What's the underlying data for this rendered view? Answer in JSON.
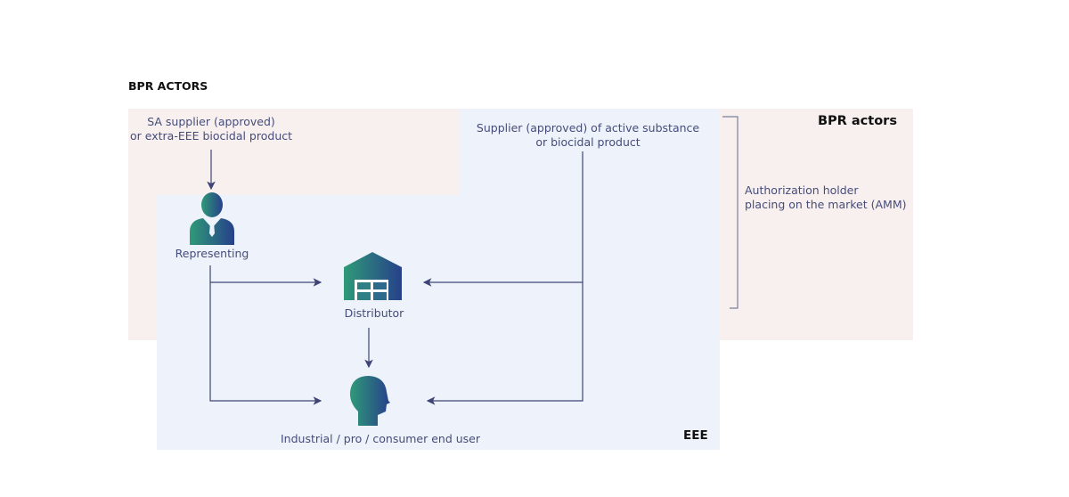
{
  "title": "BPR ACTORS",
  "regions": {
    "bpr_label": "BPR actors",
    "eee_label": "EEE"
  },
  "nodes": {
    "sa_supplier": [
      "SA supplier (approved)",
      "or extra-EEE biocidal product"
    ],
    "supplier": [
      "Supplier (approved) of active substance",
      "or biocidal product"
    ],
    "representing": "Representing",
    "distributor": "Distributor",
    "end_user": "Industrial / pro / consumer end user",
    "authorization": [
      "Authorization holder",
      "placing on the market (AMM)"
    ]
  },
  "colors": {
    "bpr_bg": "#f8f0ef",
    "eee_bg": "#eef2fa",
    "line": "#3e4576",
    "icon_start": "#2f9a78",
    "icon_end": "#27408a"
  }
}
